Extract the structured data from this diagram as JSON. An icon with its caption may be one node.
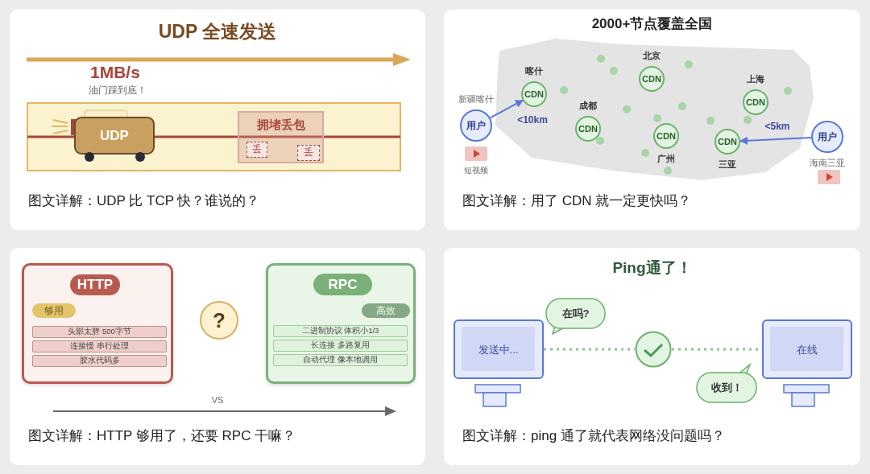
{
  "diagram": {
    "nodes": [
      {
        "text": [
          "UDP 全速发送",
          "图文详解：UDP 比 TCP 快？谁说的？"
        ]
      },
      {
        "text": [
          "UDP"
        ],
        "in": 0
      },
      {
        "text": [
          "拥堵丢包"
        ],
        "in": 0
      },
      {
        "text": [
          "丢"
        ],
        "in": 2
      },
      {
        "text": [
          "丢"
        ],
        "in": 2
      },
      {
        "text": [
          "2000+节点覆盖全国",
          "图文详解：用了 CDN 就一定更快吗？"
        ]
      },
      {
        "text": [
          "用户"
        ],
        "in": 5,
        "beside": [
          "新疆喀什"
        ]
      },
      {
        "text": [
          "CDN"
        ],
        "in": 5,
        "beside": [
          "喀什"
        ]
      },
      {
        "text": [
          "CDN"
        ],
        "in": 5,
        "beside": [
          "成都"
        ]
      },
      {
        "text": [
          "CDN"
        ],
        "in": 5,
        "beside": [
          "北京"
        ]
      },
      {
        "text": [
          "CDN"
        ],
        "in": 5,
        "beside": [
          "广州"
        ]
      },
      {
        "text": [
          "CDN"
        ],
        "in": 5,
        "beside": [
          "上海"
        ]
      },
      {
        "text": [
          "CDN"
        ],
        "in": 5,
        "beside": [
          "三亚"
        ]
      },
      {
        "text": [
          "用户"
        ],
        "in": 5,
        "beside": [
          "海南三亚"
        ]
      },
      {
        "text": [
          "图文详解：HTTP 够用了，还要 RPC 干嘛？"
        ]
      },
      {
        "text": [],
        "shape": "box",
        "in": 14
      },
      {
        "text": [
          "HTTP"
        ],
        "in": 15
      },
      {
        "text": [
          "够用"
        ],
        "in": 15
      },
      {
        "text": [
          "头部太胖 500字节"
        ],
        "in": 15
      },
      {
        "text": [
          "连接慢 串行处理"
        ],
        "in": 15
      },
      {
        "text": [
          "胶水代码多"
        ],
        "in": 15
      },
      {
        "text": [],
        "shape": "box",
        "in": 14
      },
      {
        "text": [
          "RPC"
        ],
        "in": 21
      },
      {
        "text": [
          "高效"
        ],
        "in": 21
      },
      {
        "text": [
          "二进制协议 体积小1/3"
        ],
        "in": 21
      },
      {
        "text": [
          "长连接 多路复用"
        ],
        "in": 21
      },
      {
        "text": [
          "自动代理 像本地调用"
        ],
        "in": 21
      },
      {
        "text": [
          "?"
        ],
        "in": 14
      },
      {
        "text": [
          "Ping通了！",
          "图文详解：ping 通了就代表网络没问题吗？"
        ]
      },
      {
        "text": [
          "发送中..."
        ],
        "in": 28
      },
      {
        "text": [
          "在吗?"
        ],
        "in": 28
      },
      {
        "text": [],
        "shape": "circle",
        "in": 28
      },
      {
        "text": [
          "在线"
        ],
        "in": 28
      },
      {
        "text": [
          "收到！"
        ],
        "in": 28
      }
    ],
    "edges": [
      {
        "from": 6,
        "to": 7,
        "arrow": "to",
        "label": "<10km",
        "color": "#5a78d8"
      },
      {
        "from": 13,
        "to": 12,
        "arrow": "to",
        "label": "<5km",
        "color": "#5a78d8"
      },
      {
        "from": 29,
        "to": 31,
        "arrow": "none",
        "style": "dashed",
        "color": "#8cc48c"
      },
      {
        "from": 31,
        "to": 32,
        "arrow": "none",
        "style": "dashed",
        "color": "#8cc48c"
      }
    ],
    "labels": [
      "1MB/s",
      "油门踩到底！",
      "短视频",
      "VS"
    ]
  }
}
